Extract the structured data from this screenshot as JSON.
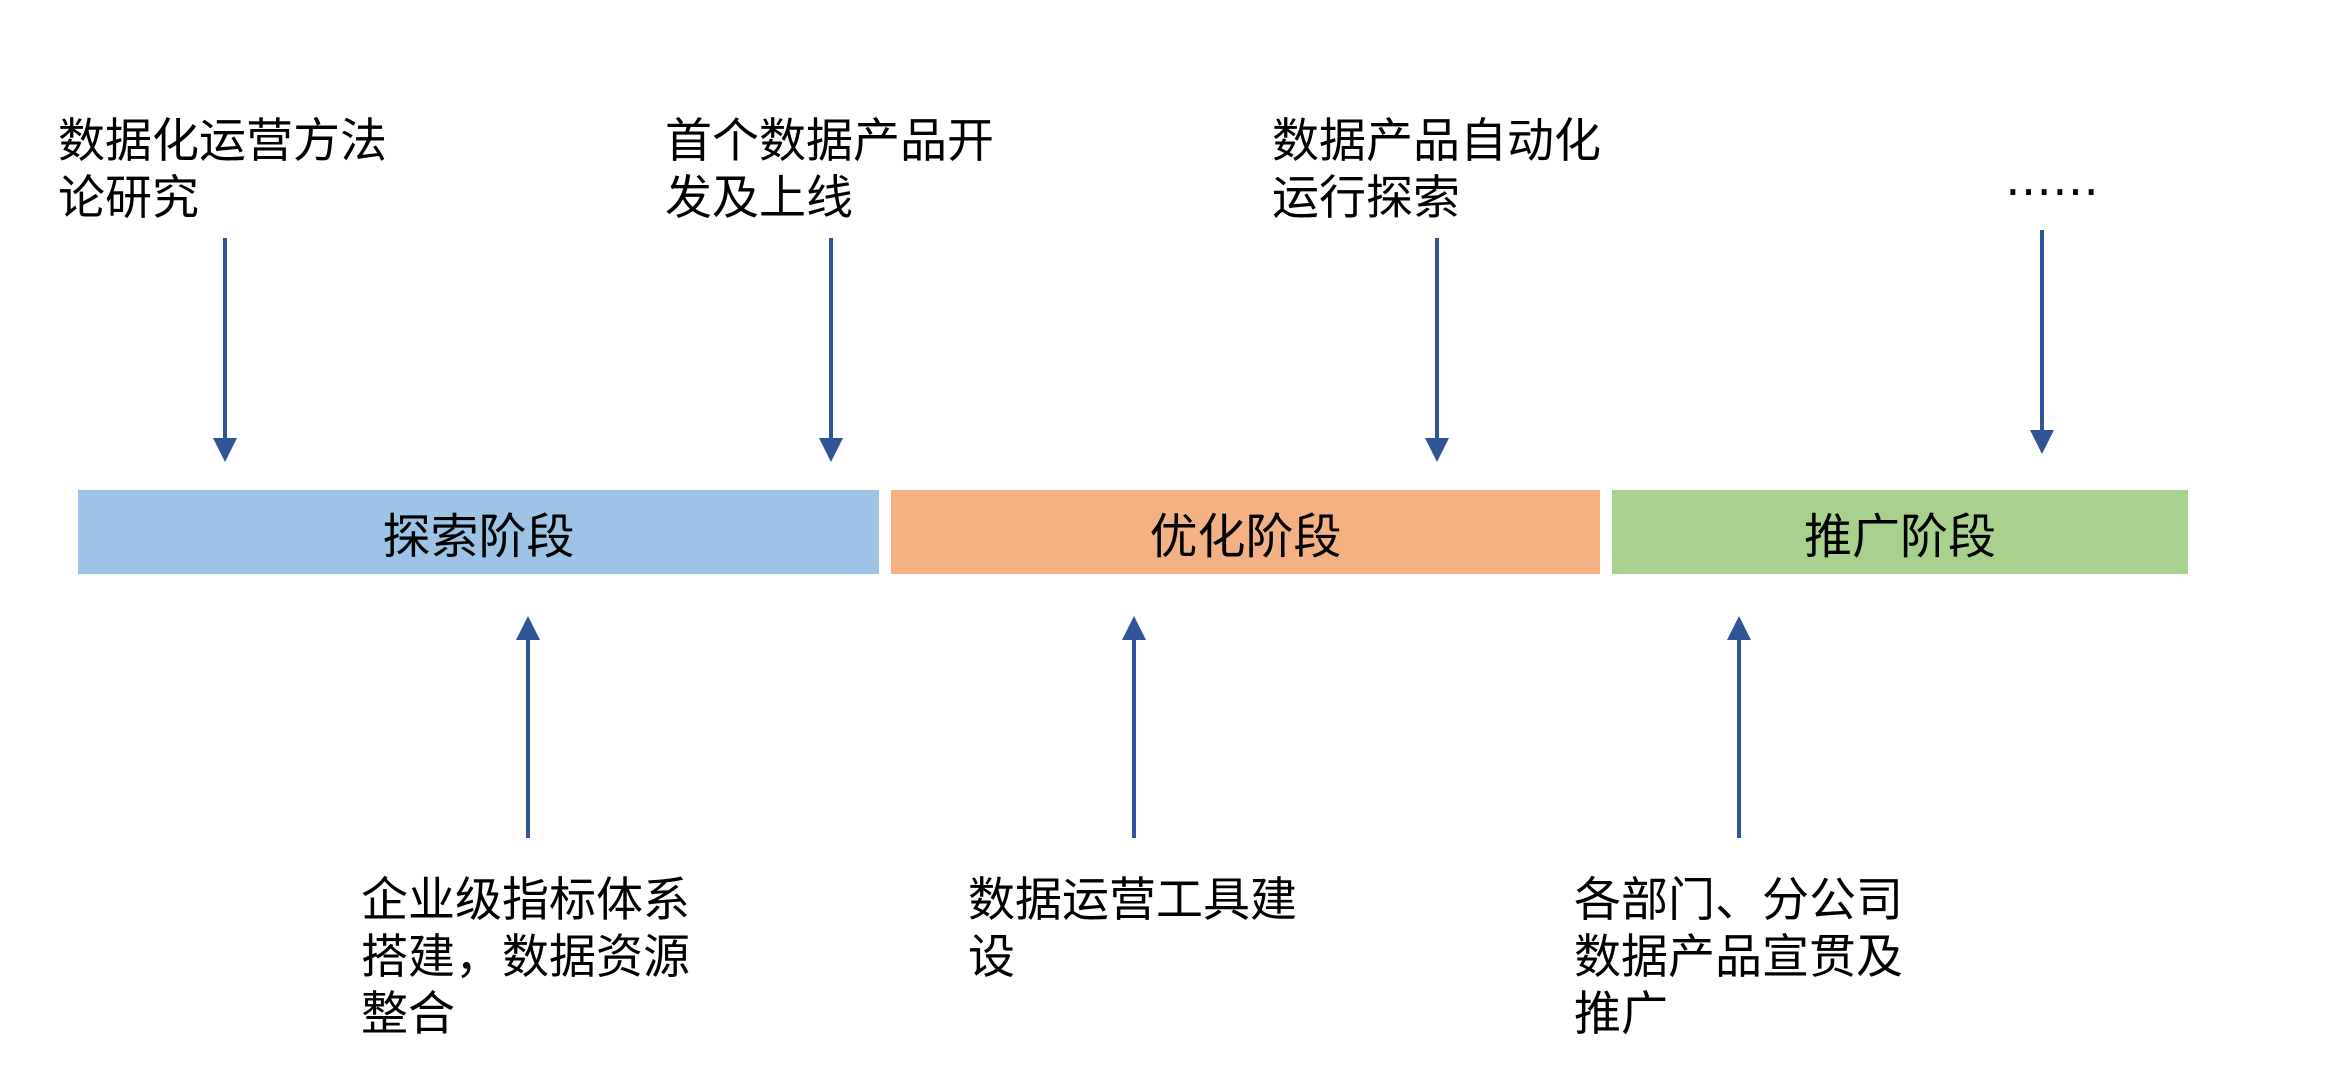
{
  "top_items": [
    {
      "text": "数据化运营方法\n论研究"
    },
    {
      "text": "首个数据产品开\n发及上线"
    },
    {
      "text": "数据产品自动化\n运行探索"
    },
    {
      "text": "……"
    }
  ],
  "stages": [
    {
      "label": "探索阶段",
      "color": "#9DC3E6"
    },
    {
      "label": "优化阶段",
      "color": "#F4B183"
    },
    {
      "label": "推广阶段",
      "color": "#A9D18E"
    }
  ],
  "bottom_items": [
    {
      "text": "企业级指标体系\n搭建，数据资源\n整合"
    },
    {
      "text": "数据运营工具建\n设"
    },
    {
      "text": "各部门、分公司\n数据产品宣贯及\n推广"
    }
  ],
  "colors": {
    "arrow": "#2F5597",
    "text": "#000000"
  }
}
